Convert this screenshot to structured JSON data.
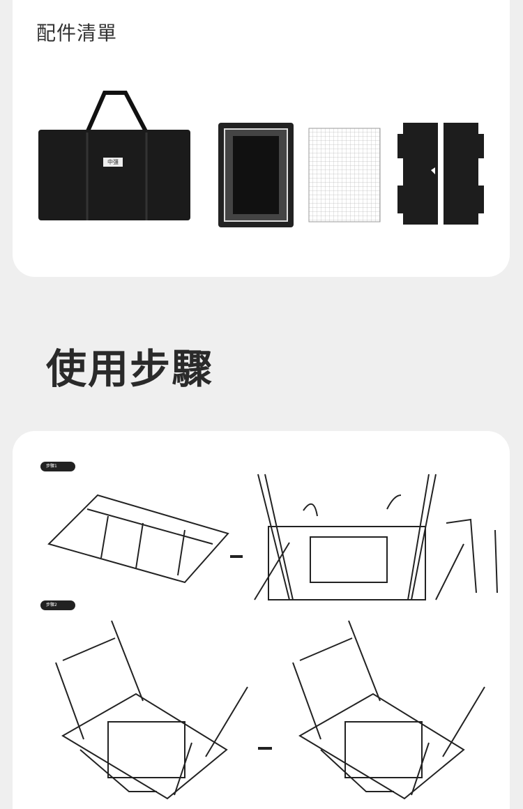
{
  "accessories": {
    "title": "配件清單",
    "bag_tag": "中彊"
  },
  "usage": {
    "title": "使用步驟",
    "steps": [
      {
        "label": "步驟1"
      },
      {
        "label": "步驟2"
      }
    ]
  }
}
